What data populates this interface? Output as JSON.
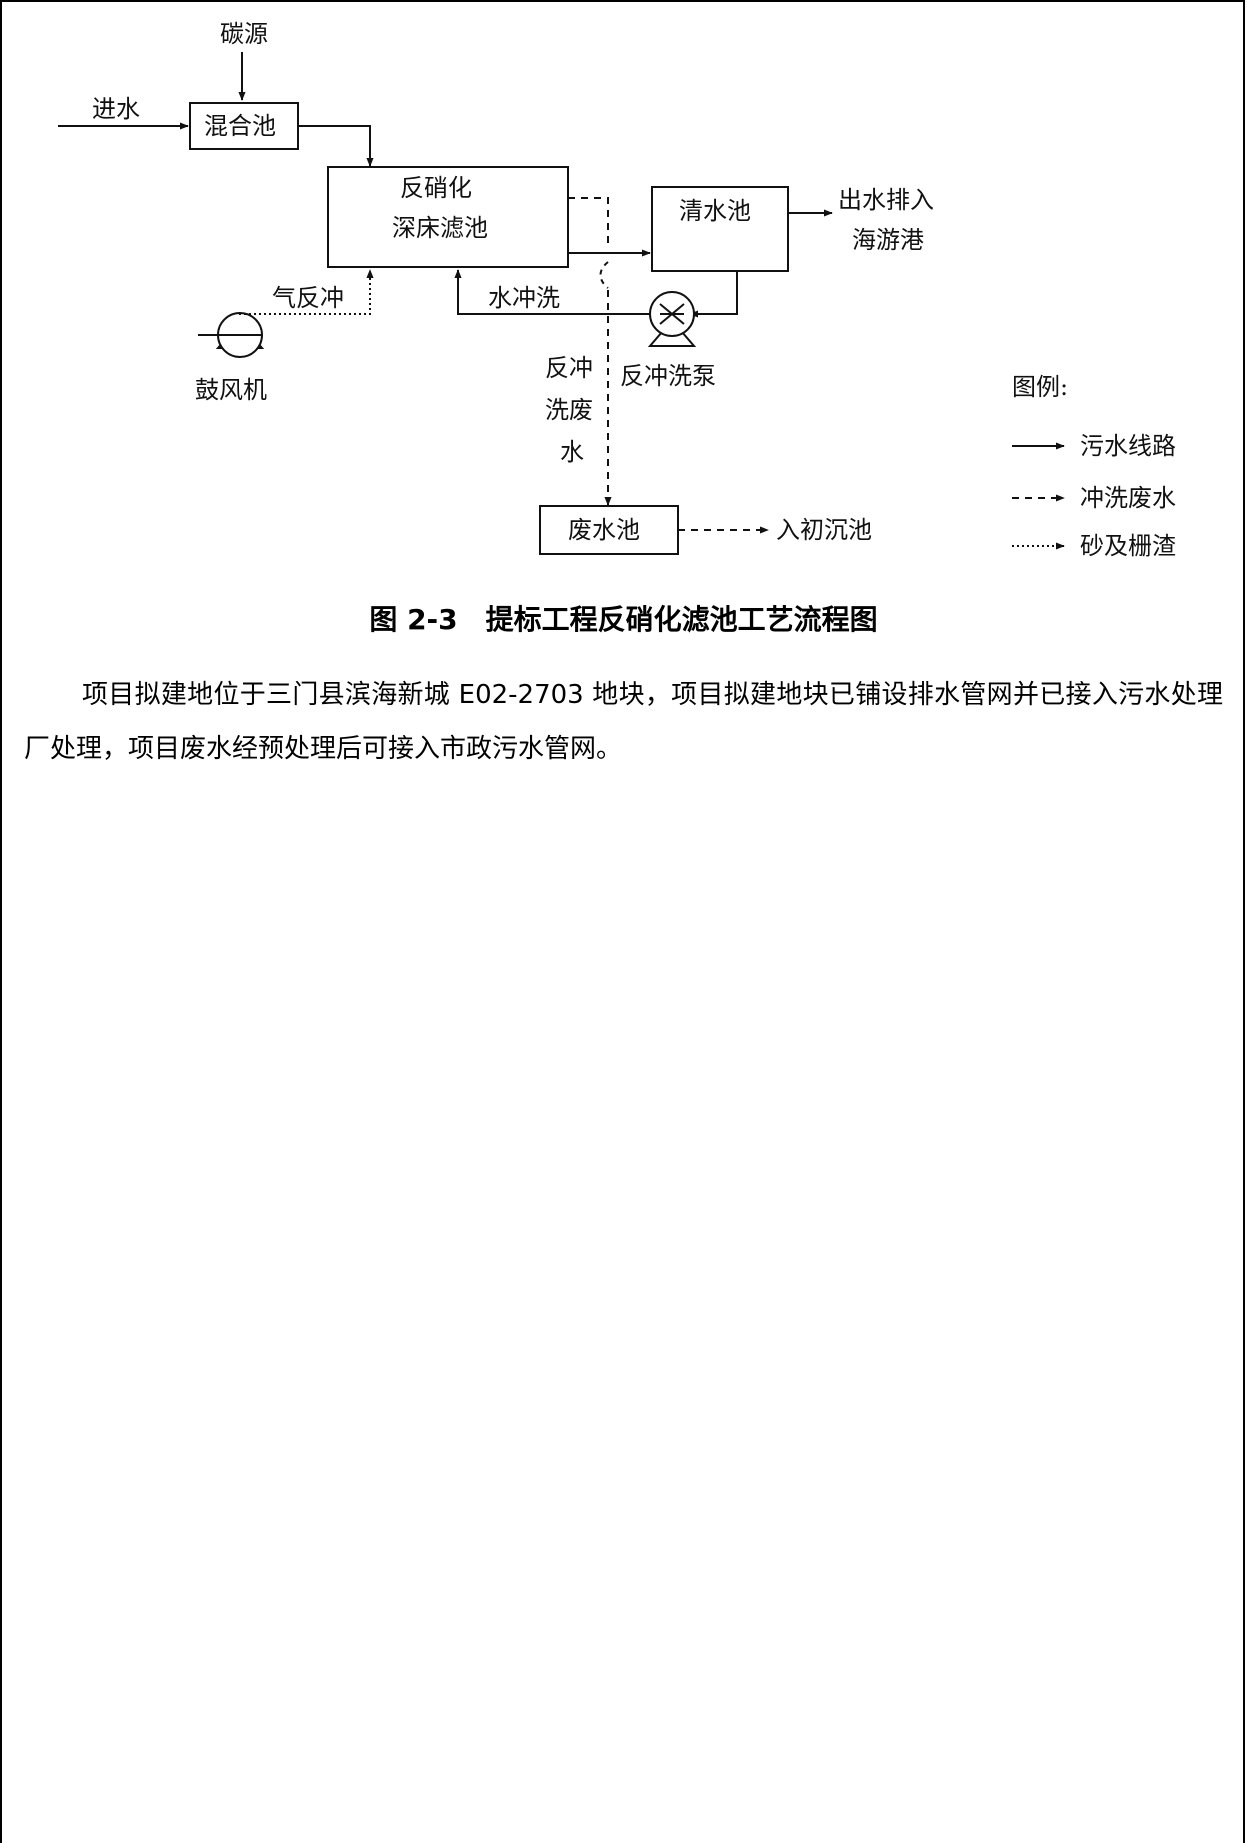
{
  "diagram": {
    "carbon_source": "碳源",
    "inflow": "进水",
    "mixing_tank": "混合池",
    "denitrification_line1": "反硝化",
    "denitrification_line2": "深床滤池",
    "clear_water_tank": "清水池",
    "outflow_line1": "出水排入",
    "outflow_line2": "海游港",
    "air_backwash": "气反冲",
    "water_backwash": "水冲洗",
    "blower": "鼓风机",
    "backwash_pump": "反冲洗泵",
    "backwash_waste_line1": "反冲",
    "backwash_waste_line2": "洗废",
    "backwash_waste_line3": "水",
    "waste_water_tank": "废水池",
    "to_primary_settling": "入初沉池",
    "legend": {
      "title": "图例:",
      "items": [
        "污水线路",
        "冲洗废水",
        "砂及栅渣"
      ]
    }
  },
  "caption": "图 2-3　提标工程反硝化滤池工艺流程图",
  "paragraph": "项目拟建地位于三门县滨海新城 E02-2703 地块，项目拟建地块已铺设排水管网并已接入污水处理厂处理，项目废水经预处理后可接入市政污水管网。"
}
